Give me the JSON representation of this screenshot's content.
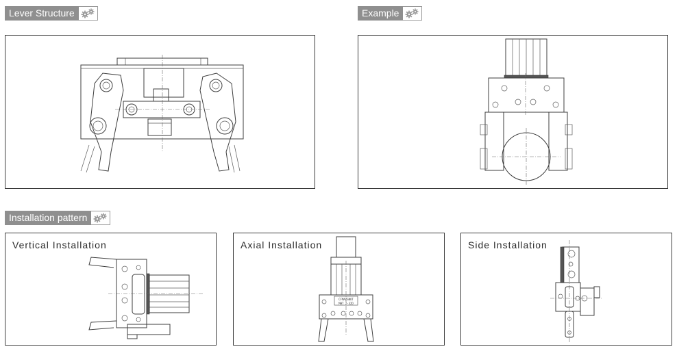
{
  "sections": {
    "lever_structure": {
      "label": "Lever Structure",
      "icon": "gears-icon"
    },
    "example": {
      "label": "Example",
      "icon": "gears-icon"
    },
    "installation_pattern": {
      "label": "Installation pattern",
      "icon": "gears-icon"
    }
  },
  "installation": {
    "vertical": "Vertical Installation",
    "axial": "Axial Installation",
    "side": "Side Installation"
  },
  "axial_plate_text": {
    "line1": "CFMAZSNOT",
    "line2": "MHT 2-32D"
  },
  "colors": {
    "header_bg": "#8f8f8f",
    "header_text": "#ffffff",
    "gear_icon": "#9a9a9a",
    "line": "#3c3c3c",
    "hatch_fill": "#777777"
  }
}
